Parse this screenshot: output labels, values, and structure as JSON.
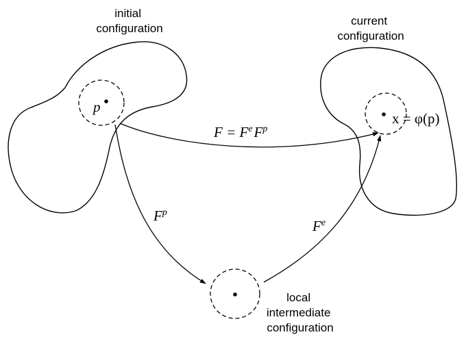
{
  "labels": {
    "initial": [
      "initial",
      "configuration"
    ],
    "current": [
      "current",
      "configuration"
    ],
    "intermediate": [
      "local",
      "intermediate",
      "configuration"
    ]
  },
  "points": {
    "p": "p",
    "x_eq": "x = φ(p)"
  },
  "maps": {
    "total": "F = F",
    "total_sup_e": "e",
    "total_F2": "F",
    "total_sup_p": "p",
    "plastic_base": "F",
    "plastic_sup": "p",
    "elastic_base": "F",
    "elastic_sup": "e"
  }
}
